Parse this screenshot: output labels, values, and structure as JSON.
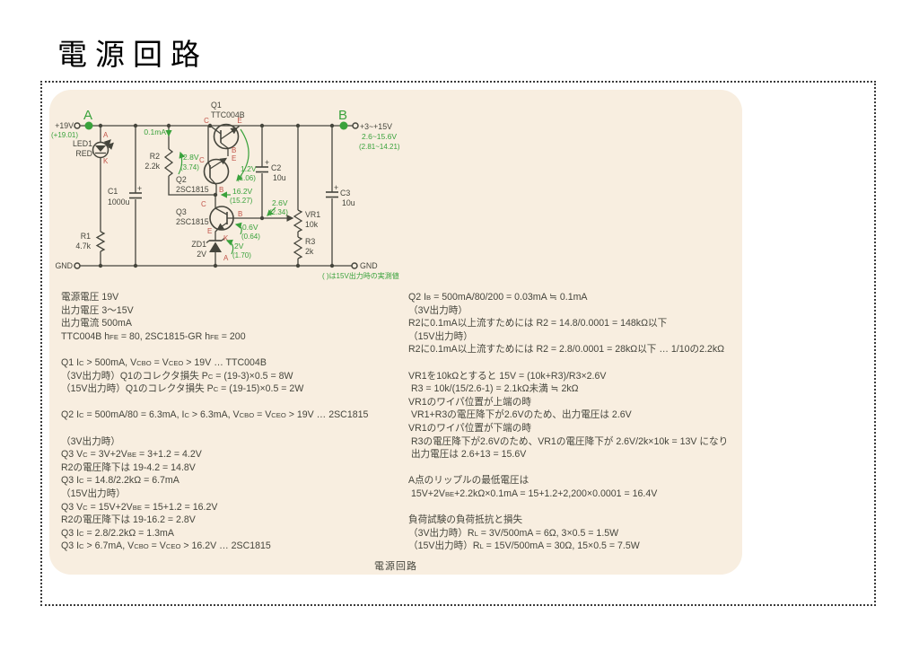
{
  "page": {
    "title": "電源回路",
    "caption": "電源回路"
  },
  "colors": {
    "panel_bg": "#f8eee0",
    "green": "#3aa23c",
    "red": "#c2554a",
    "ink": "#45453c"
  },
  "schematic": {
    "node_a": "A",
    "node_b": "B",
    "input_label": "+19V",
    "input_measured": "(+19.01)",
    "output_label": "+3~+15V",
    "output_range": "2.6~15.6V",
    "output_measured": "(2.81~14.21)",
    "gnd_left": "GND",
    "gnd_right": "GND",
    "note": "( )は15V出力時の実測値",
    "led": {
      "ref": "LED1",
      "value": "RED",
      "anode": "A",
      "cathode": "K"
    },
    "r1": {
      "ref": "R1",
      "value": "4.7k"
    },
    "r2": {
      "ref": "R2",
      "value": "2.2k"
    },
    "r3": {
      "ref": "R3",
      "value": "2k"
    },
    "vr1": {
      "ref": "VR1",
      "value": "10k"
    },
    "c1": {
      "ref": "C1",
      "value": "1000u",
      "plus": "+"
    },
    "c2": {
      "ref": "C2",
      "value": "10u",
      "plus": "+"
    },
    "c3": {
      "ref": "C3",
      "value": "10u",
      "plus": "+"
    },
    "q1": {
      "ref": "Q1",
      "value": "TTC004B",
      "c": "C",
      "e": "E",
      "b": "B"
    },
    "q2": {
      "ref": "Q2",
      "value": "2SC1815",
      "c": "C",
      "e": "E",
      "b": "B"
    },
    "q3": {
      "ref": "Q3",
      "value": "2SC1815",
      "c": "C",
      "e": "E",
      "b": "B"
    },
    "zd1": {
      "ref": "ZD1",
      "value": "2V",
      "k": "K",
      "a": "A"
    },
    "meas": {
      "i_r2": "0.1mA",
      "v_r2": "2.8V",
      "v_r2_m": "(3.74)",
      "v_2vbe": "1.2V",
      "v_2vbe_m": "(1.06)",
      "v_q2b": "16.2V",
      "v_q2b_m": "(15.27)",
      "v_wiper": "2.6V",
      "v_wiper_m": "(2.34)",
      "v_q3e": "0.6V",
      "v_q3e_m": "(0.64)",
      "v_zd": "2V",
      "v_zd_m": "(1.70)"
    }
  },
  "notes_left": [
    "電源電圧 19V",
    "出力電圧 3〜15V",
    "出力電流 500mA",
    "TTC004B h{FE} = 80, 2SC1815-GR h{FE} = 200",
    "",
    "Q1 I{C} > 500mA, V{CBO} = V{CEO} > 19V … TTC004B",
    "（3V出力時）Q1のコレクタ損失 P{C} = (19-3)×0.5 = 8W",
    "（15V出力時）Q1のコレクタ損失 P{C} = (19-15)×0.5 = 2W",
    "",
    "Q2 I{C} = 500mA/80 = 6.3mA, I{C} > 6.3mA, V{CBO} = V{CEO} > 19V … 2SC1815",
    "",
    "（3V出力時）",
    "Q3 V{C} = 3V+2V{BE} = 3+1.2 = 4.2V",
    "R2の電圧降下は 19-4.2 = 14.8V",
    "Q3 I{C} = 14.8/2.2kΩ = 6.7mA",
    "（15V出力時）",
    "Q3 V{C} = 15V+2V{BE} = 15+1.2 = 16.2V",
    "R2の電圧降下は 19-16.2 = 2.8V",
    "Q3 I{C} = 2.8/2.2kΩ = 1.3mA",
    "Q3 I{C} > 6.7mA, V{CBO} = V{CEO} > 16.2V … 2SC1815"
  ],
  "notes_right": [
    "Q2 I{B} = 500mA/80/200 = 0.03mA ≒ 0.1mA",
    "（3V出力時）",
    "R2に0.1mA以上流すためには R2 = 14.8/0.0001 = 148kΩ以下",
    "（15V出力時）",
    "R2に0.1mA以上流すためには R2 = 2.8/0.0001 = 28kΩ以下 … 1/10の2.2kΩ",
    "",
    "VR1を10kΩとすると 15V = (10k+R3)/R3×2.6V",
    " R3 = 10k/(15/2.6-1) = 2.1kΩ未満 ≒ 2kΩ",
    "VR1のワイパ位置が上端の時",
    " VR1+R3の電圧降下が2.6Vのため、出力電圧は 2.6V",
    "VR1のワイパ位置が下端の時",
    " R3の電圧降下が2.6Vのため、VR1の電圧降下が 2.6V/2k×10k = 13V になり",
    " 出力電圧は 2.6+13 = 15.6V",
    "",
    "A点のリップルの最低電圧は",
    " 15V+2V{BE}+2.2kΩ×0.1mA = 15+1.2+2,200×0.0001 = 16.4V",
    "",
    "負荷試験の負荷抵抗と損失",
    "（3V出力時）R{L} = 3V/500mA = 6Ω, 3×0.5 = 1.5W",
    "（15V出力時）R{L} = 15V/500mA = 30Ω, 15×0.5 = 7.5W"
  ]
}
